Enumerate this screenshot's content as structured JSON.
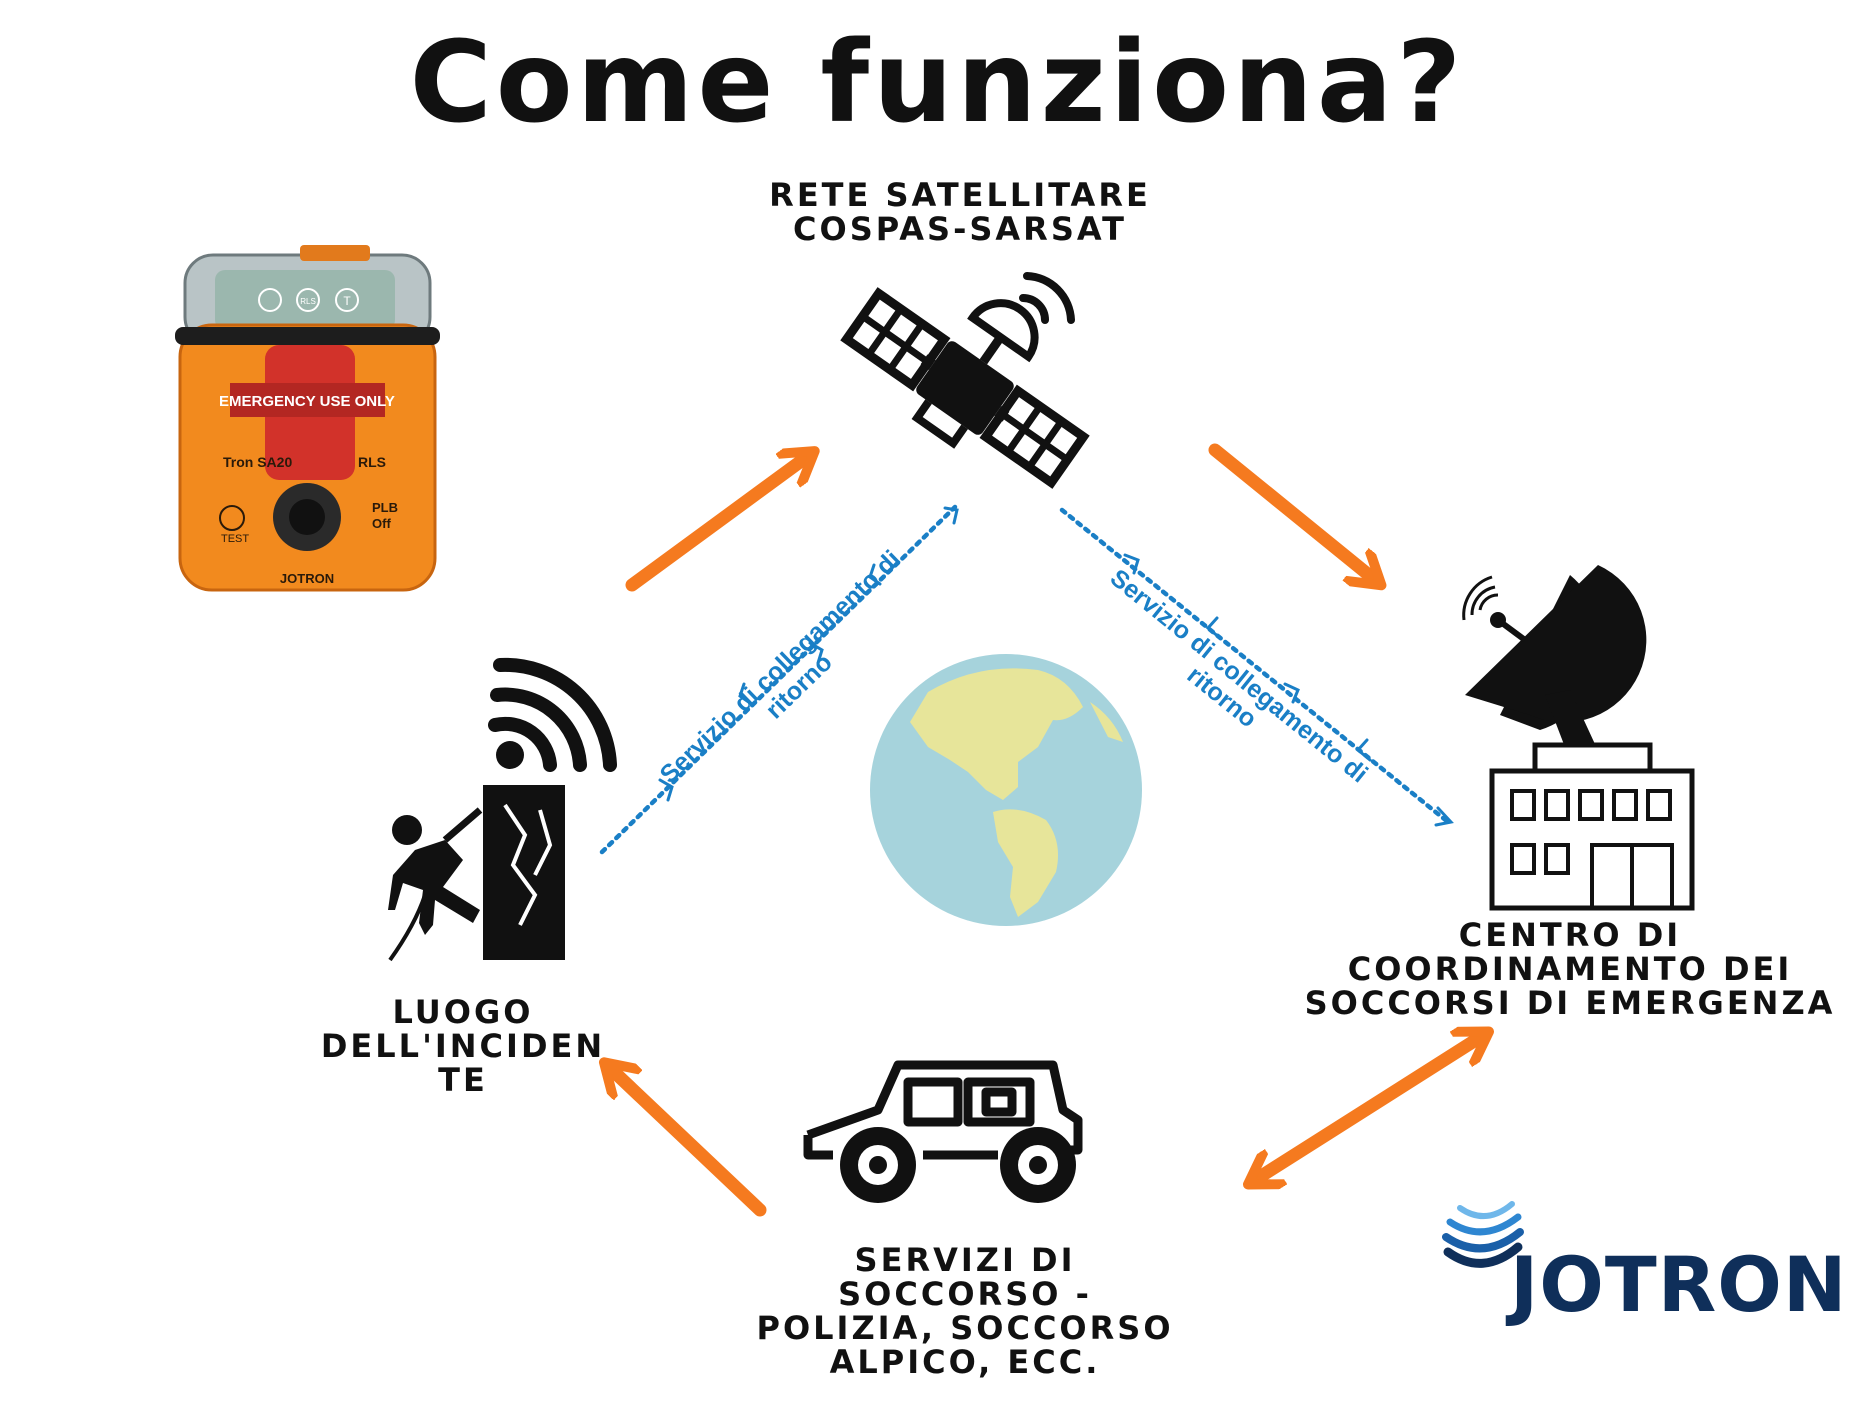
{
  "title": "Come funziona?",
  "nodes": {
    "satellite": "RETE SATELLITARE\nCOSPAS-SARSAT",
    "incident": "LUOGO\nDELL'INCIDEN\nTE",
    "rcc": "CENTRO DI\nCOORDINAMENTO DEI\nSOCCORSI DI EMERGENZA",
    "rescue": "SERVIZI DI\nSOCCORSO -\nPOLIZIA, SOCCORSO\nALPICO, ECC."
  },
  "links": {
    "left_return_link": "Servizio di collegamento di\nritorno",
    "right_return_link": "Servizio di collegamento di\nritorno"
  },
  "device": {
    "label_emergency": "EMERGENCY USE ONLY",
    "model": "Tron SA20",
    "rls": "RLS",
    "test": "TEST",
    "plb_off": "PLB\nOff",
    "brand": "JOTRON",
    "icon_rls": "RLS",
    "icon_t": "T"
  },
  "logo": {
    "text": "JOTRON"
  },
  "colors": {
    "arrow": "#f57a1f",
    "link": "#1a7fc6",
    "device_body": "#f28a1e",
    "logo_text": "#0f2f5a",
    "ocean": "#a6d3dc",
    "land": "#e7e59a"
  }
}
